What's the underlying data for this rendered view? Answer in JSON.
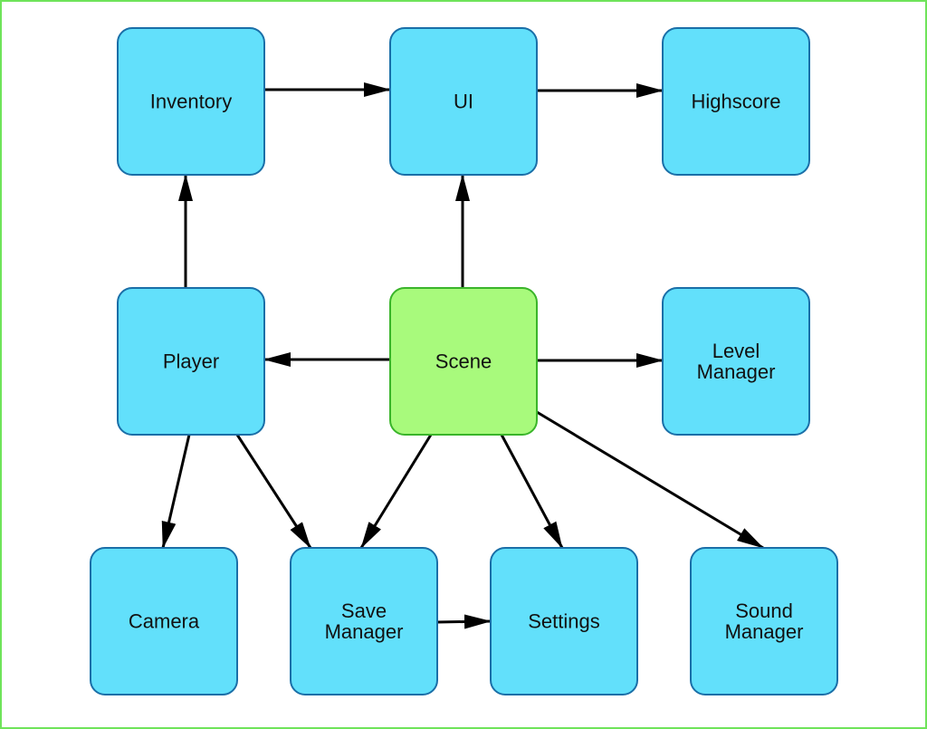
{
  "colors": {
    "node_fill": "#62e0fb",
    "node_stroke": "#1a6fa8",
    "root_fill": "#a8fa7c",
    "root_stroke": "#3ab52a",
    "edge": "#000000",
    "frame": "#6fe35a"
  },
  "nodes": [
    {
      "id": "inventory",
      "label": [
        "Inventory"
      ],
      "root": false
    },
    {
      "id": "ui",
      "label": [
        "UI"
      ],
      "root": false
    },
    {
      "id": "highscore",
      "label": [
        "Highscore"
      ],
      "root": false
    },
    {
      "id": "player",
      "label": [
        "Player"
      ],
      "root": false
    },
    {
      "id": "scene",
      "label": [
        "Scene"
      ],
      "root": true
    },
    {
      "id": "level_manager",
      "label": [
        "Level",
        "Manager"
      ],
      "root": false
    },
    {
      "id": "camera",
      "label": [
        "Camera"
      ],
      "root": false
    },
    {
      "id": "save_manager",
      "label": [
        "Save",
        "Manager"
      ],
      "root": false
    },
    {
      "id": "settings",
      "label": [
        "Settings"
      ],
      "root": false
    },
    {
      "id": "sound_manager",
      "label": [
        "Sound",
        "Manager"
      ],
      "root": false
    }
  ],
  "edges": [
    {
      "from": "inventory",
      "to": "ui"
    },
    {
      "from": "ui",
      "to": "highscore"
    },
    {
      "from": "player",
      "to": "inventory"
    },
    {
      "from": "scene",
      "to": "ui"
    },
    {
      "from": "scene",
      "to": "player"
    },
    {
      "from": "scene",
      "to": "level_manager"
    },
    {
      "from": "player",
      "to": "camera"
    },
    {
      "from": "player",
      "to": "save_manager"
    },
    {
      "from": "scene",
      "to": "save_manager"
    },
    {
      "from": "scene",
      "to": "settings"
    },
    {
      "from": "scene",
      "to": "sound_manager"
    },
    {
      "from": "save_manager",
      "to": "settings"
    }
  ]
}
